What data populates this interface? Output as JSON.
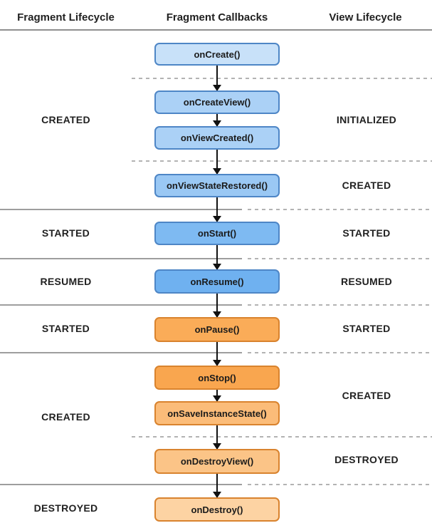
{
  "diagram": {
    "title_row": {
      "fragment_lifecycle": "Fragment Lifecycle",
      "fragment_callbacks": "Fragment Callbacks",
      "view_lifecycle": "View Lifecycle"
    },
    "callbacks": [
      {
        "label": "onCreate()",
        "fill": "#C8E1F9",
        "stroke": "#4E86C6"
      },
      {
        "label": "onCreateView()",
        "fill": "#ABD1F6",
        "stroke": "#4E86C6"
      },
      {
        "label": "onViewCreated()",
        "fill": "#ABD1F6",
        "stroke": "#4E86C6"
      },
      {
        "label": "onViewStateRestored()",
        "fill": "#9AC8F4",
        "stroke": "#4E86C6"
      },
      {
        "label": "onStart()",
        "fill": "#7EBAF2",
        "stroke": "#4E86C6"
      },
      {
        "label": "onResume()",
        "fill": "#6FB1F0",
        "stroke": "#4E86C6"
      },
      {
        "label": "onPause()",
        "fill": "#FAAC58",
        "stroke": "#D9832E"
      },
      {
        "label": "onStop()",
        "fill": "#F9A64F",
        "stroke": "#D9832E"
      },
      {
        "label": "onSaveInstanceState()",
        "fill": "#FBBC79",
        "stroke": "#D9832E"
      },
      {
        "label": "onDestroyView()",
        "fill": "#FBC487",
        "stroke": "#D9832E"
      },
      {
        "label": "onDestroy()",
        "fill": "#FDD3A3",
        "stroke": "#D9832E"
      }
    ],
    "fragment_states": [
      {
        "label": "CREATED"
      },
      {
        "label": "STARTED"
      },
      {
        "label": "RESUMED"
      },
      {
        "label": "STARTED"
      },
      {
        "label": "CREATED"
      },
      {
        "label": "DESTROYED"
      }
    ],
    "view_states": [
      {
        "label": "INITIALIZED"
      },
      {
        "label": "CREATED"
      },
      {
        "label": "STARTED"
      },
      {
        "label": "RESUMED"
      },
      {
        "label": "STARTED"
      },
      {
        "label": "CREATED"
      },
      {
        "label": "DESTROYED"
      }
    ],
    "colors": {
      "blue_border": "#4E86C6",
      "orange_border": "#D9832E",
      "solid_line": "#9E9E9E",
      "dashed_line": "#B3B3B3",
      "arrow": "#111111",
      "text": "#212121"
    }
  }
}
